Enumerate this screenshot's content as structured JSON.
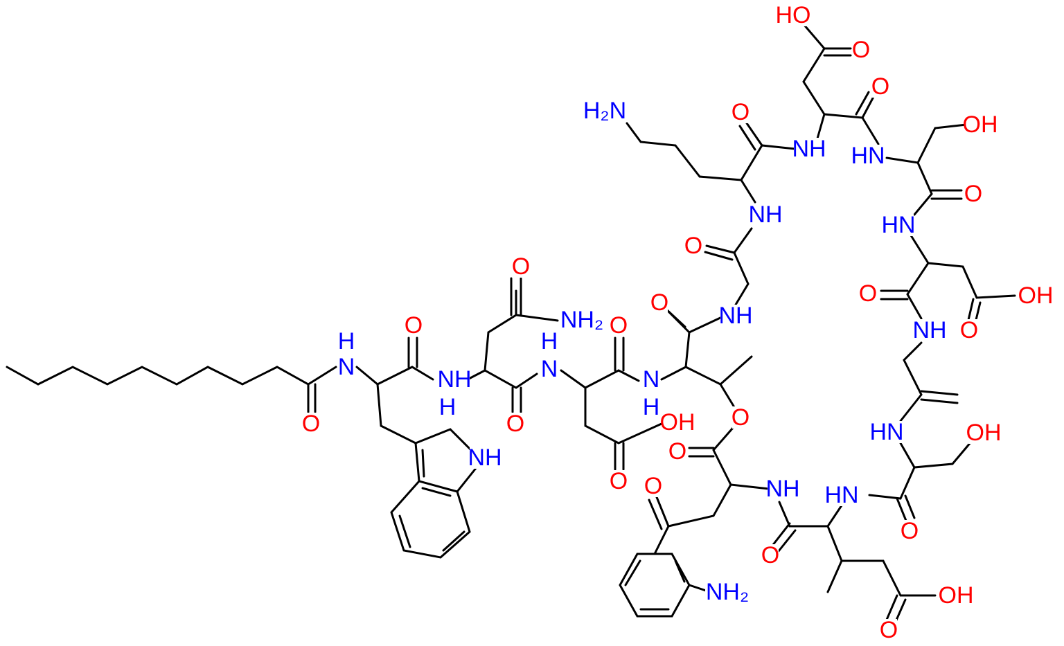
{
  "molecule": {
    "colors": {
      "oxygen": "#ff0000",
      "nitrogen": "#0000ff",
      "bond": "#000000"
    },
    "atoms": [
      {
        "text": "HO",
        "element": "O"
      },
      {
        "text": "O",
        "element": "O"
      },
      {
        "text": "O",
        "element": "O"
      },
      {
        "text": "H₂N",
        "element": "N"
      },
      {
        "text": "O",
        "element": "O"
      },
      {
        "text": "NH",
        "element": "N"
      },
      {
        "text": "HN",
        "element": "N"
      },
      {
        "text": "OH",
        "element": "O"
      },
      {
        "text": "O",
        "element": "O"
      },
      {
        "text": "NH",
        "element": "N"
      },
      {
        "text": "HN",
        "element": "N"
      },
      {
        "text": "O",
        "element": "O"
      },
      {
        "text": "O",
        "element": "O"
      },
      {
        "text": "O",
        "element": "O"
      },
      {
        "text": "NH",
        "element": "N"
      },
      {
        "text": "O",
        "element": "O"
      },
      {
        "text": "OH",
        "element": "O"
      },
      {
        "text": "NH",
        "element": "N"
      },
      {
        "text": "O",
        "element": "O"
      },
      {
        "text": "O",
        "element": "O"
      },
      {
        "text": "NH₂",
        "element": "N"
      },
      {
        "text": "O",
        "element": "O"
      },
      {
        "text": "H",
        "element": "N"
      },
      {
        "text": "N",
        "element": "N"
      },
      {
        "text": "NH",
        "element": "N"
      },
      {
        "text": "H",
        "element": "N"
      },
      {
        "text": "H",
        "element": "N"
      },
      {
        "text": "N",
        "element": "N"
      },
      {
        "text": "N",
        "element": "N"
      },
      {
        "text": "H",
        "element": "N"
      },
      {
        "text": "O",
        "element": "O"
      },
      {
        "text": "O",
        "element": "O"
      },
      {
        "text": "OH",
        "element": "O"
      },
      {
        "text": "O",
        "element": "O"
      },
      {
        "text": "HN",
        "element": "N"
      },
      {
        "text": "OH",
        "element": "O"
      },
      {
        "text": "NH",
        "element": "N"
      },
      {
        "text": "O",
        "element": "O"
      },
      {
        "text": "O",
        "element": "O"
      },
      {
        "text": "O",
        "element": "O"
      },
      {
        "text": "NH",
        "element": "N"
      },
      {
        "text": "HN",
        "element": "N"
      },
      {
        "text": "O",
        "element": "O"
      },
      {
        "text": "O",
        "element": "O"
      },
      {
        "text": "NH₂",
        "element": "N"
      },
      {
        "text": "OH",
        "element": "O"
      },
      {
        "text": "O",
        "element": "O"
      }
    ]
  }
}
